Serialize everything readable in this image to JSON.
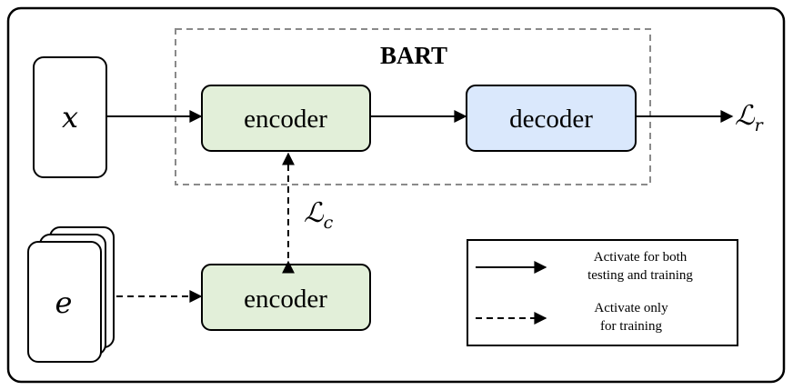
{
  "diagram": {
    "group_title": "BART",
    "inputs": {
      "x": "x",
      "e": "e"
    },
    "blocks": {
      "encoder_top": "encoder",
      "decoder": "decoder",
      "encoder_bottom": "encoder"
    },
    "losses": {
      "recon_symbol": "L",
      "recon_sub": "r",
      "contrast_symbol": "L",
      "contrast_sub": "c"
    },
    "legend": {
      "solid_line1": "Activate for both",
      "solid_line2": "testing and training",
      "dashed_line1": "Activate only",
      "dashed_line2": "for training"
    }
  },
  "colors": {
    "encoder_fill": "#e2efd9",
    "decoder_fill": "#dae8fc",
    "stroke": "#000000",
    "group_border": "#808080"
  }
}
